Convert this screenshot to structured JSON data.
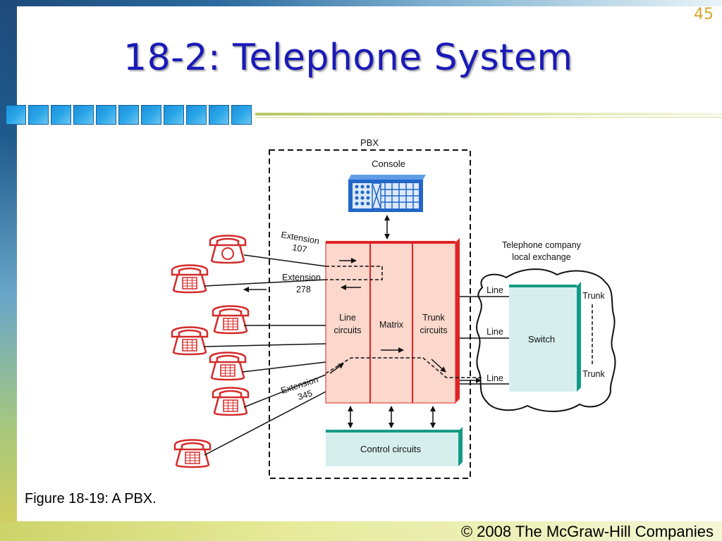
{
  "slide": {
    "number": "45",
    "title": "18-2: Telephone System",
    "caption": "Figure 18-19: A PBX.",
    "copyright": "© 2008 The McGraw-Hill Companies"
  },
  "diagram": {
    "pbx_label": "PBX",
    "console_label": "Console",
    "line_circuits_label_1": "Line",
    "line_circuits_label_2": "circuits",
    "matrix_label": "Matrix",
    "trunk_circuits_label_1": "Trunk",
    "trunk_circuits_label_2": "circuits",
    "control_circuits_label": "Control circuits",
    "exchange_label_1": "Telephone company",
    "exchange_label_2": "local exchange",
    "switch_label": "Switch",
    "line_label_1": "Line",
    "line_label_2": "Line",
    "line_label_3": "Line",
    "trunk_label_1": "Trunk",
    "trunk_label_2": "Trunk",
    "ext107_label_1": "Extension",
    "ext107_label_2": "107",
    "ext278_label_1": "Extension",
    "ext278_label_2": "278",
    "ext345_label_1": "Extension",
    "ext345_label_2": "345"
  },
  "colors": {
    "title": "#1a1ab8",
    "phone_red": "#d42a2a",
    "circuit_fill": "#fbd7cc",
    "circuit_red": "#e02424",
    "teal": "#139a86",
    "teal_fill": "#d6efed",
    "console_blue": "#2266c8"
  }
}
